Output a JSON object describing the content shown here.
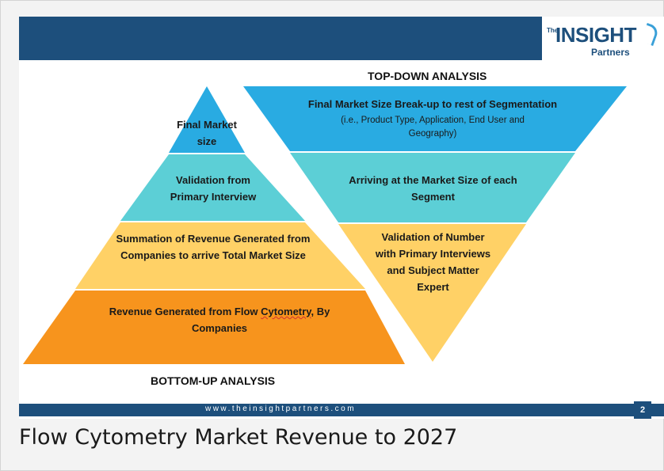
{
  "header": {
    "logo": {
      "the": "The",
      "insight": "INSIGHT",
      "partners": "Partners"
    }
  },
  "top_down": {
    "title": "TOP-DOWN ANALYSIS",
    "levels": [
      {
        "title": "Final Market Size Break-up to rest of Segmentation",
        "subtitle": "(i.e., Product Type, Application, End User and Geography)",
        "color": "#29abe2"
      },
      {
        "title": "Arriving at the Market Size of each Segment",
        "color": "#5ccfd6"
      },
      {
        "title": "Validation of Number with Primary Interviews and Subject Matter Expert",
        "color": "#ffd166"
      }
    ]
  },
  "bottom_up": {
    "title": "BOTTOM-UP ANALYSIS",
    "levels": [
      {
        "title": "Final Market size",
        "color": "#29abe2"
      },
      {
        "title": "Validation from Primary Interview",
        "color": "#5ccfd6"
      },
      {
        "title": "Summation of Revenue Generated from Companies to arrive Total Market Size",
        "color": "#ffd166"
      },
      {
        "title_prefix": "Revenue Generated from Flow ",
        "title_wavy": "Cytometry",
        "title_suffix": ", By Companies",
        "color": "#f7941d"
      }
    ]
  },
  "footer": {
    "url": "www.theinsightpartners.com",
    "page": "2"
  },
  "caption": "Flow Cytometry Market Revenue to 2027"
}
